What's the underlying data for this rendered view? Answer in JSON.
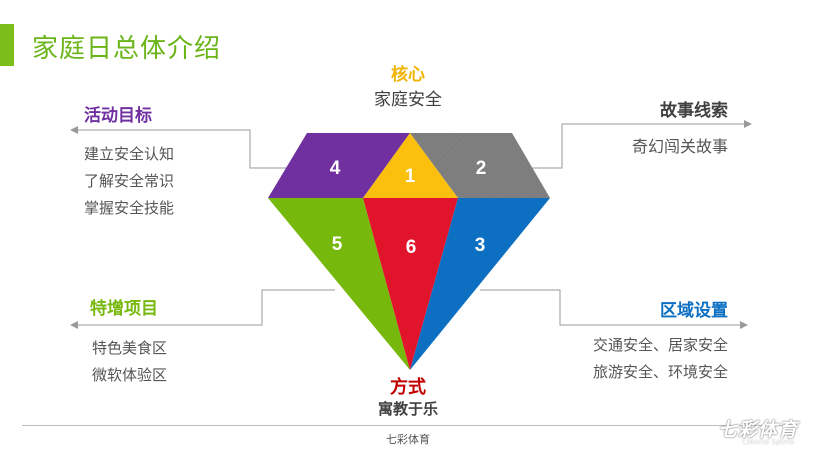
{
  "page": {
    "title": "家庭日总体介绍"
  },
  "center_top": {
    "heading": "核心",
    "text": "家庭安全"
  },
  "center_bottom": {
    "heading": "方式",
    "text": "寓教于乐"
  },
  "left_top": {
    "heading": "活动目标",
    "items": [
      "建立安全认知",
      "了解安全常识",
      "掌握安全技能"
    ]
  },
  "left_bottom": {
    "heading": "特增项目",
    "items": [
      "特色美食区",
      "微软体验区"
    ]
  },
  "right_top": {
    "heading": "故事线索",
    "items": [
      "奇幻闯关故事"
    ]
  },
  "right_bottom": {
    "heading": "区域设置",
    "items": [
      "交通安全、居家安全",
      "旅游安全、环境安全"
    ]
  },
  "segments": [
    {
      "label": "1",
      "color": "#fbbf0d"
    },
    {
      "label": "2",
      "color": "#7f7f7f"
    },
    {
      "label": "3",
      "color": "#0c6fc1"
    },
    {
      "label": "4",
      "color": "#7030a0"
    },
    {
      "label": "5",
      "color": "#76b80b"
    },
    {
      "label": "6",
      "color": "#e0142b"
    }
  ],
  "colors": {
    "accent_green": "#7cbd1a",
    "heading_orange": "#f0b400",
    "heading_purple": "#7030a0",
    "heading_green": "#76b80b",
    "heading_dark": "#404040",
    "heading_blue": "#0c6fc1",
    "heading_red": "#c00000"
  },
  "footer": {
    "text": "七彩体育",
    "logo": "七彩体育",
    "logo_sub": "Colorful Sports"
  }
}
